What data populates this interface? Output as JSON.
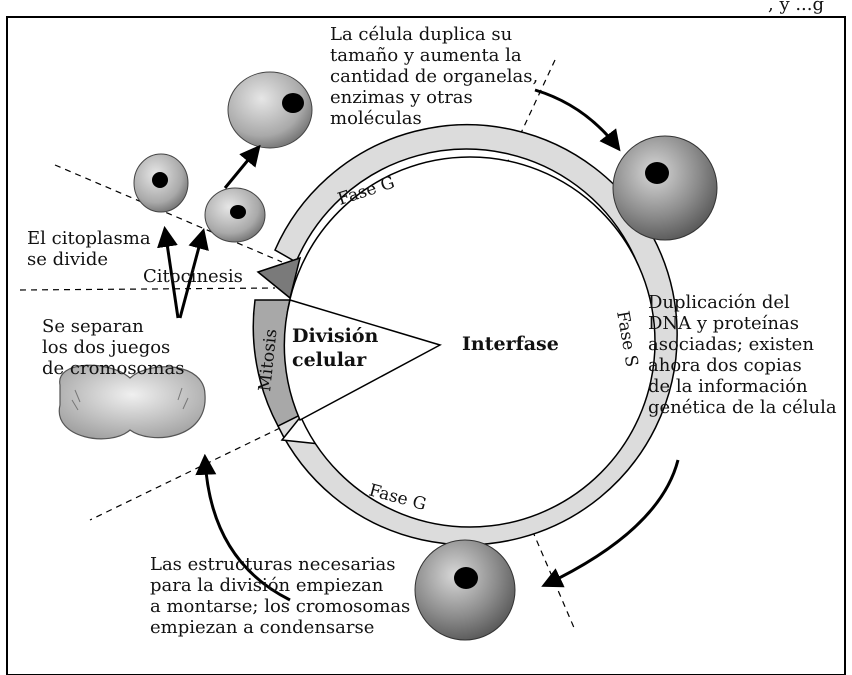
{
  "top_right_fragment": ", y  ...g",
  "center": {
    "interfase": "Interfase",
    "division": "División\ncelular"
  },
  "ring_labels": {
    "g_top": "Fase G",
    "s_phase": "Fase S",
    "g_bottom": "Fase G",
    "mitosis": "Mitosis",
    "citocinesis": "Citocinesis"
  },
  "annotations": {
    "g1_growth": "La célula duplica su\ntamaño y aumenta la\ncantidad de organelas,\nenzimas y otras\nmoléculas",
    "s_dup": "Duplicación del\nDNA y proteínas\nasociadas; existen\nahora dos copias\nde la información\ngenética de la célula",
    "g2_prep": "Las estructuras necesarias\npara la división empiezan\na montarse; los cromosomas\nempiezan a condensarse",
    "separation": "Se separan\nlos dos juegos\nde cromosomas",
    "cytoplasm": "El citoplasma\nse divide"
  },
  "colors": {
    "ring_fill": "#dcdcdc",
    "ring_dark": "#7a7a7a",
    "cell_light": "#c8c8c8",
    "cell_dark": "#6e6e6e",
    "nucleus": "#000000",
    "line": "#000000"
  }
}
